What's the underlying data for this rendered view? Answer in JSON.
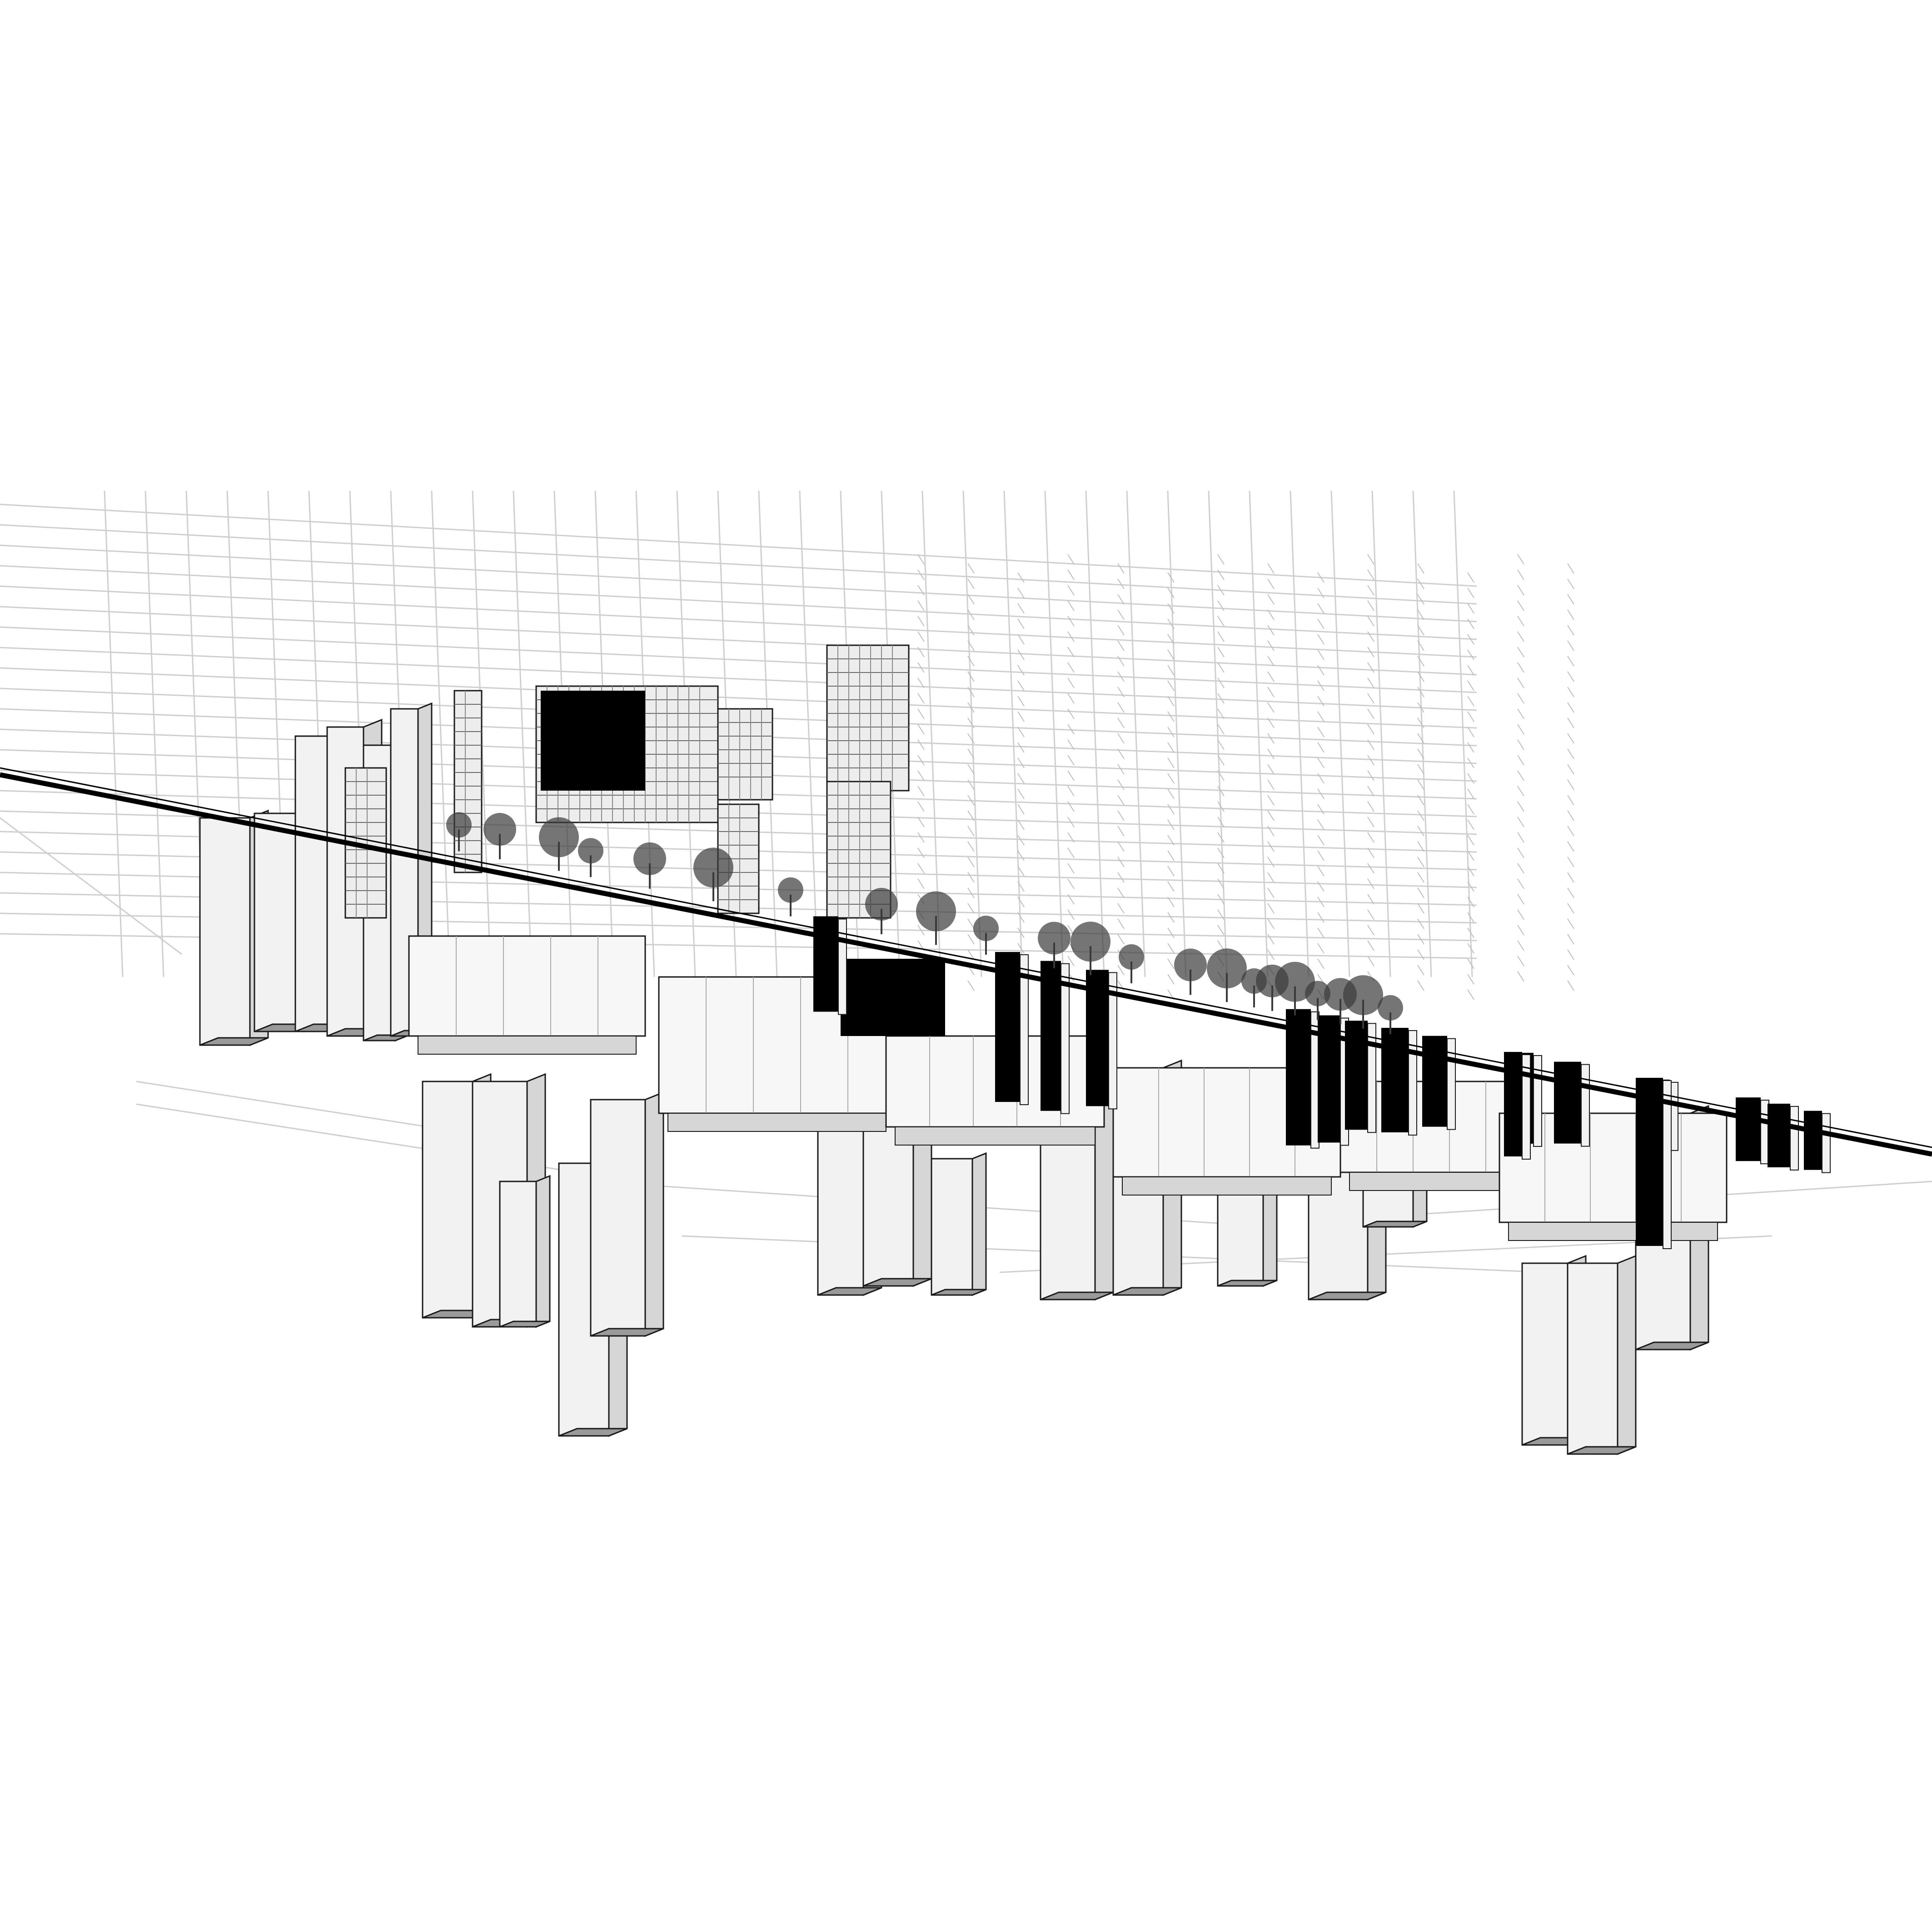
{
  "drawing": {
    "style": "architectural axonometric line drawing, inverted city",
    "colors": {
      "background": "#ffffff",
      "line": "#1a1a1a",
      "faint_line": "#c8c8c8",
      "solid_face": "#000000",
      "light_face": "#f2f2f2",
      "shadow_face": "#d6d6d6",
      "tree": "#3a3a3a"
    },
    "elements": [
      "inverted-tower-blocks",
      "black-facade-slabs",
      "glazed-facade-towers",
      "rooftop-trees",
      "diagonal-datum-line",
      "background-grid",
      "suspended-podium-levels"
    ]
  }
}
